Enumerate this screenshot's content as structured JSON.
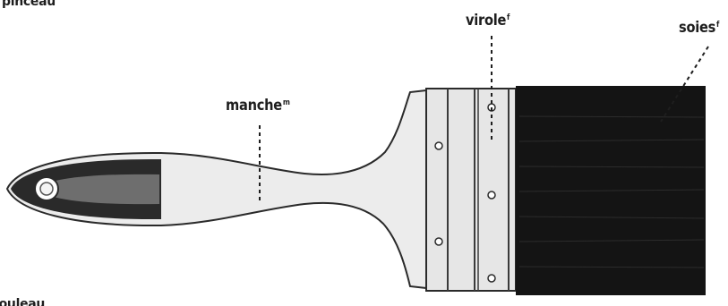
{
  "title_fragment": "pinceau",
  "bottom_fragment": "rouleau",
  "labels": {
    "handle": {
      "text": "manche",
      "gender": "m"
    },
    "ferrule": {
      "text": "virole",
      "gender": "f"
    },
    "bristles": {
      "text": "soies",
      "gender": "f"
    }
  },
  "colors": {
    "text": "#1e1e1e",
    "handle": "#ececec",
    "handle_grip": "#2a2a2a",
    "ferrule": "#e6e6e6",
    "bristles": "#141414"
  }
}
